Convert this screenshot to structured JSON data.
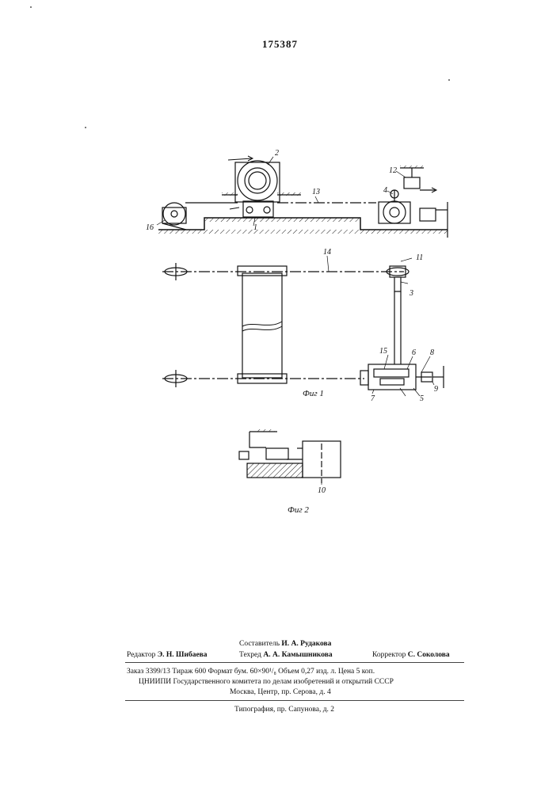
{
  "patent_number": "175387",
  "figures": [
    {
      "caption": "Фиг 1"
    },
    {
      "caption": "Фиг 2"
    }
  ],
  "part_labels": [
    "1",
    "2",
    "3",
    "4",
    "5",
    "6",
    "7",
    "8",
    "9",
    "10",
    "11",
    "12",
    "13",
    "14",
    "15",
    "16"
  ],
  "credits": {
    "compiler": {
      "role": "Составитель",
      "name": "И. А. Рудакова"
    },
    "editor": {
      "role": "Редактор",
      "name": "Э. Н. Шибаева"
    },
    "techred": {
      "role": "Техред",
      "name": "А. А. Камышникова"
    },
    "corrector": {
      "role": "Корректор",
      "name": "С. Соколова"
    },
    "order_line": "Заказ 3399/13  Тираж 600   Формат бум. 60×90¹/₈   Объем 0,27 изд. л.   Цена 5 коп.",
    "org_line": "ЦНИИПИ Государственного комитета по делам изобретений и открытий СССР",
    "address_line": "Москва, Центр, пр. Серова, д. 4",
    "printer_line": "Типография, пр. Сапунова, д. 2"
  }
}
